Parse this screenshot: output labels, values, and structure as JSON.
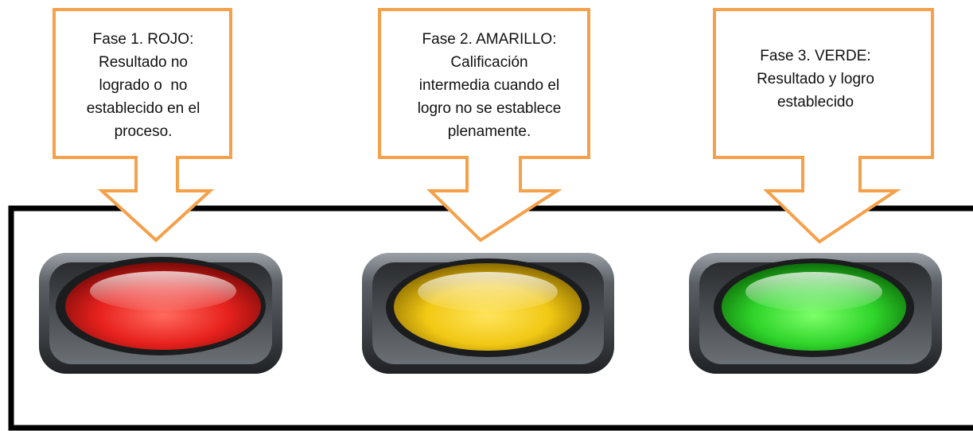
{
  "phases": [
    {
      "lines": [
        "Fase 1. ROJO:",
        "Resultado no",
        "logrado o  no",
        "establecido en el",
        "proceso."
      ],
      "light_color": "#e8221e",
      "light_highlight": "#ff8a80",
      "light_dark": "#7a0a08"
    },
    {
      "lines": [
        "Fase 2. AMARILLO:",
        "Calificación",
        "intermedia cuando el",
        "logro no se establece",
        "plenamente."
      ],
      "light_color": "#f1c814",
      "light_highlight": "#fff59a",
      "light_dark": "#8a6a00"
    },
    {
      "lines": [
        "Fase 3. VERDE:",
        "Resultado y logro",
        "establecido"
      ],
      "light_color": "#2fd42a",
      "light_highlight": "#b4ff9c",
      "light_dark": "#0d6e0a"
    }
  ],
  "colors": {
    "callout_border": "#f5a04a",
    "frame": "#000000",
    "housing": "#5a5e62"
  }
}
